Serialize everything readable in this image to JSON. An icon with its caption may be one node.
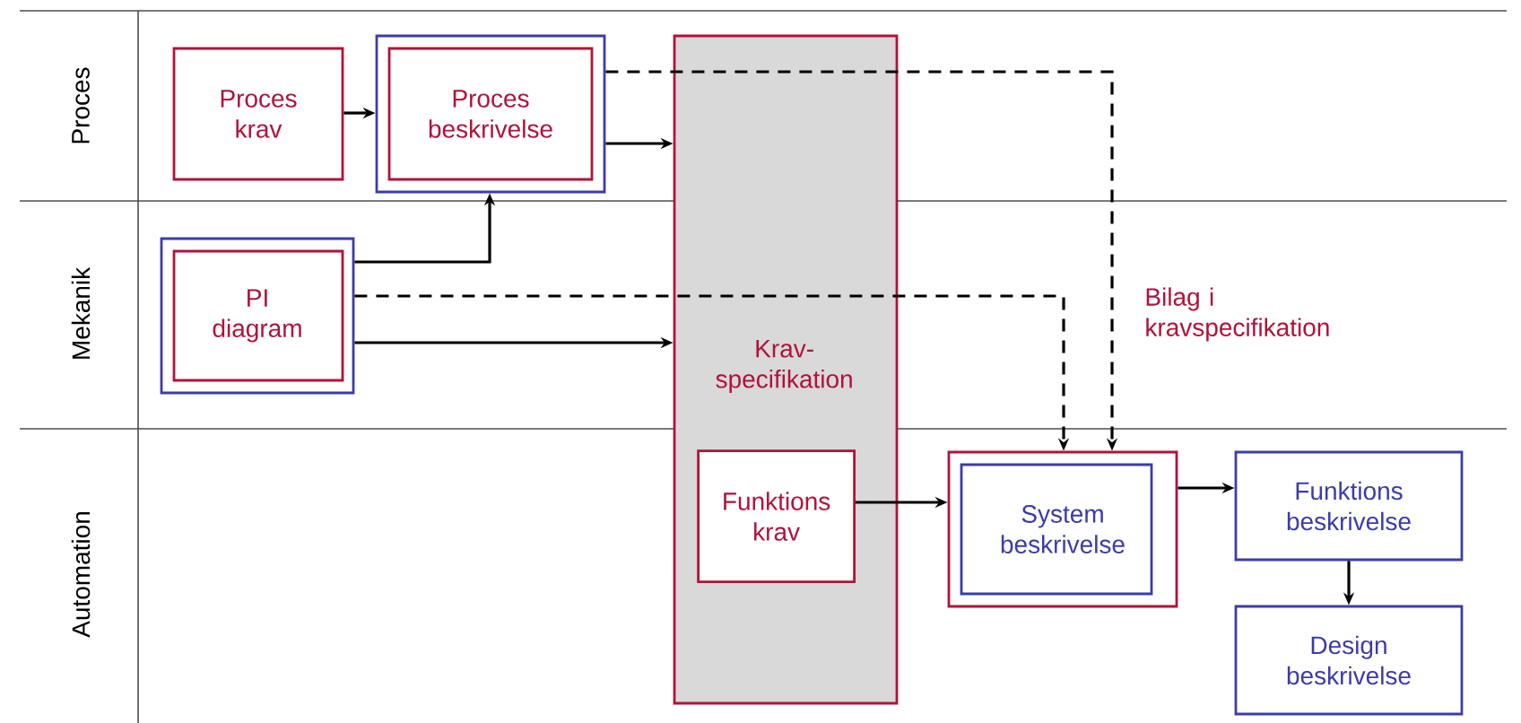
{
  "diagram": {
    "nodes": [
      {
        "text": [
          "Proces krav"
        ]
      },
      {
        "text": [
          "Proces beskrivelse"
        ]
      },
      {
        "text": [
          "PI diagram"
        ]
      },
      {
        "text": [
          "Krav-specifikation"
        ]
      },
      {
        "text": [
          "Funktions krav"
        ],
        "in": 3
      },
      {
        "text": [
          "System beskrivelse"
        ]
      },
      {
        "text": [
          "Funktions beskrivelse"
        ]
      },
      {
        "text": [
          "Design beskrivelse"
        ]
      }
    ],
    "edges": [
      {
        "from": 0,
        "to": 1,
        "arrow": "to"
      },
      {
        "from": 1,
        "to": 3,
        "arrow": "to"
      },
      {
        "from": 2,
        "to": 1,
        "arrow": "to"
      },
      {
        "from": 2,
        "to": 3,
        "arrow": "to"
      },
      {
        "from": 1,
        "to": 5,
        "arrow": "to",
        "style": "dashed"
      },
      {
        "from": 2,
        "to": 5,
        "arrow": "to",
        "style": "dashed"
      },
      {
        "from": 4,
        "to": 5,
        "arrow": "to"
      },
      {
        "from": 5,
        "to": 6,
        "arrow": "to"
      },
      {
        "from": 6,
        "to": 7,
        "arrow": "to"
      }
    ],
    "labels": [
      "Proces",
      "Mekanik",
      "Automation",
      "Bilag i kravspecifikation"
    ]
  }
}
